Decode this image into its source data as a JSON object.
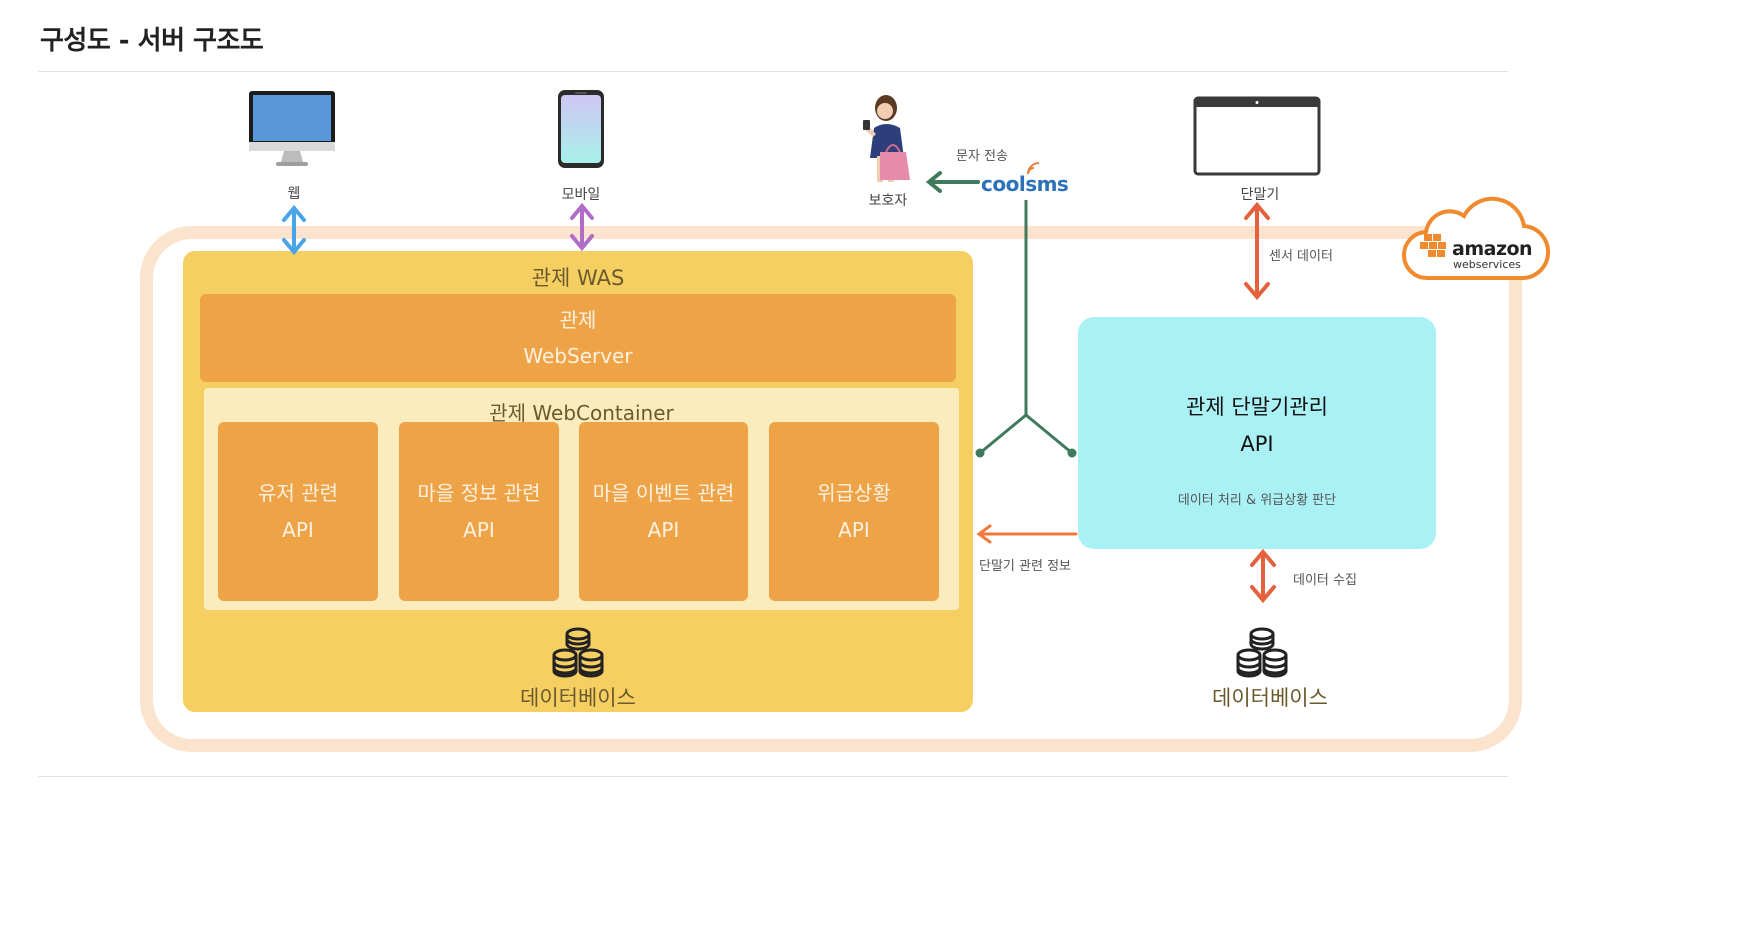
{
  "page": {
    "title": "구성도 - 서버 구조도"
  },
  "clients": {
    "web": "웹",
    "mobile": "모바일",
    "guardian": "보호자",
    "terminal": "단말기"
  },
  "coolsms": {
    "logo": "coolsms",
    "sms_label": "문자 전송"
  },
  "aws": {
    "logo_main": "amazon",
    "logo_sub": "webservices"
  },
  "was": {
    "title": "관제 WAS",
    "webserver_line1": "관제",
    "webserver_line2": "WebServer",
    "container_title": "관제 WebContainer",
    "apis": [
      {
        "line1": "유저 관련",
        "line2": "API"
      },
      {
        "line1": "마을 정보 관련",
        "line2": "API"
      },
      {
        "line1": "마을 이벤트 관련",
        "line2": "API"
      },
      {
        "line1": "위급상황",
        "line2": "API"
      }
    ],
    "database": "데이터베이스"
  },
  "terminal_api": {
    "line1": "관제 단말기관리",
    "line2": "API",
    "sub": "데이터 처리 & 위급상황 판단",
    "database": "데이터베이스"
  },
  "edges": {
    "sensor_data": "센서 데이터",
    "terminal_info": "단말기 관련 정보",
    "data_collect": "데이터 수집"
  },
  "colors": {
    "was": "#f6cf62",
    "webserver": "#eea446",
    "container": "#fbecbd",
    "terminal_api": "#a9f1f4",
    "aws_frame": "#fbe3cd",
    "arrow_red": "#e5613d",
    "arrow_blue": "#4aa4e8",
    "arrow_purple": "#b06cc6",
    "arrow_green": "#3f7a5c",
    "arrow_orange": "#f07a3a"
  }
}
